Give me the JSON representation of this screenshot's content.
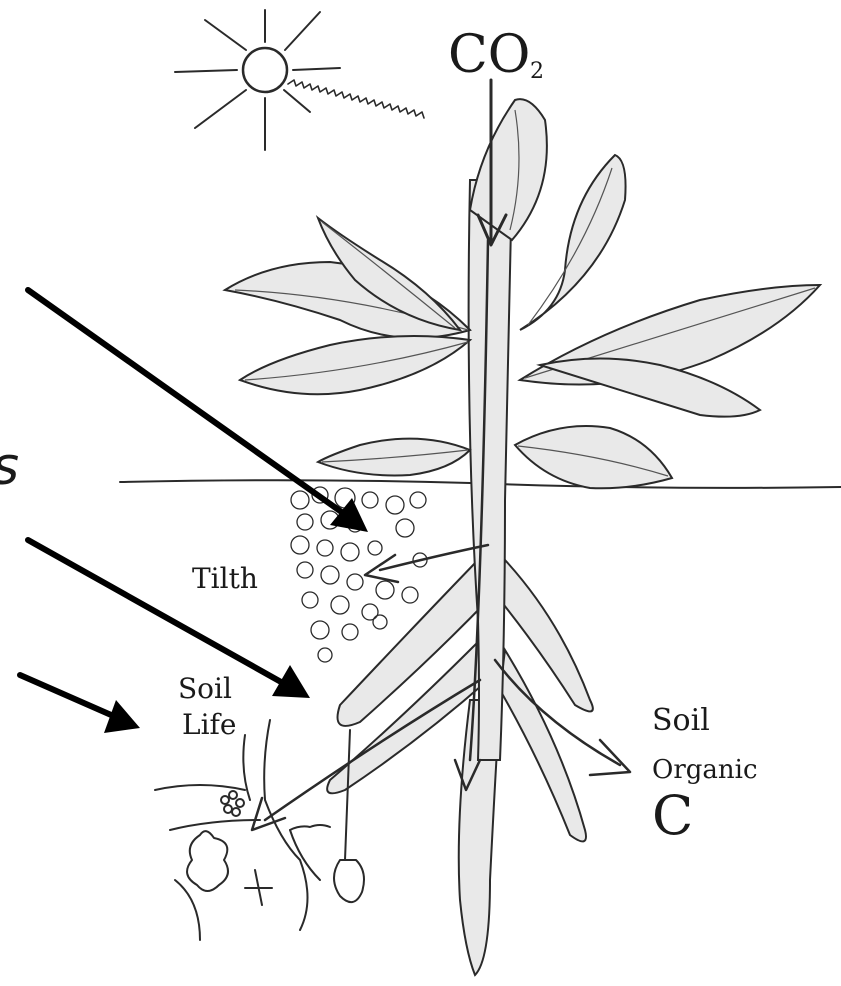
{
  "labels": {
    "co2": "CO",
    "co2_sub": "2",
    "tilth": "Tilth",
    "soil_life_line1": "Soil",
    "soil_life_line2": "Life",
    "soil_organic_line1": "Soil",
    "soil_organic_line2": "Organic",
    "soil_organic_line3": "C",
    "cut_off_letter": "s"
  },
  "colors": {
    "ink": "#2a2a2a",
    "pointer_arrow": "#000000",
    "shading": "#e9e9e9"
  },
  "icons": [
    "sun-icon",
    "plant-icon",
    "soil-aggregates-icon",
    "soil-organisms-icon",
    "arrow-icon"
  ]
}
